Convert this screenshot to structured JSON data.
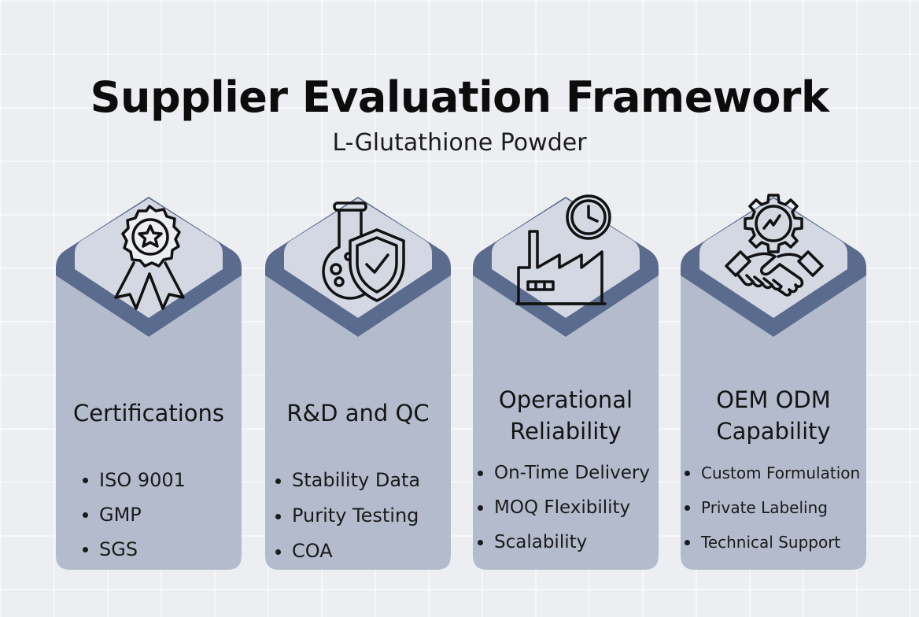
{
  "header": {
    "title": "Supplier Evaluation Framework",
    "subtitle": "L-Glutathione Powder"
  },
  "colors": {
    "background": "#eceef2",
    "card_body": "#b3bbcd",
    "hex_band": "#5b6b8e",
    "hex_face": "#d3d8e3",
    "icon_stroke": "#111111"
  },
  "cards": [
    {
      "title_lines": [
        "Certifications"
      ],
      "icon": "award-ribbon-star-icon",
      "bullets": [
        "ISO 9001",
        "GMP",
        "SGS"
      ]
    },
    {
      "title_lines": [
        "R&D and QC"
      ],
      "icon": "flask-shield-check-icon",
      "bullets": [
        "Stability Data",
        "Purity Testing",
        "COA"
      ]
    },
    {
      "title_lines": [
        "Operational",
        "Reliability"
      ],
      "icon": "factory-clock-icon",
      "bullets": [
        "On-Time Delivery",
        "MOQ Flexibility",
        "Scalability"
      ]
    },
    {
      "title_lines": [
        "OEM ODM",
        "Capability"
      ],
      "icon": "gear-handshake-icon",
      "bullets": [
        "Custom Formulation",
        "Private Labeling",
        "Technical Support"
      ]
    }
  ]
}
